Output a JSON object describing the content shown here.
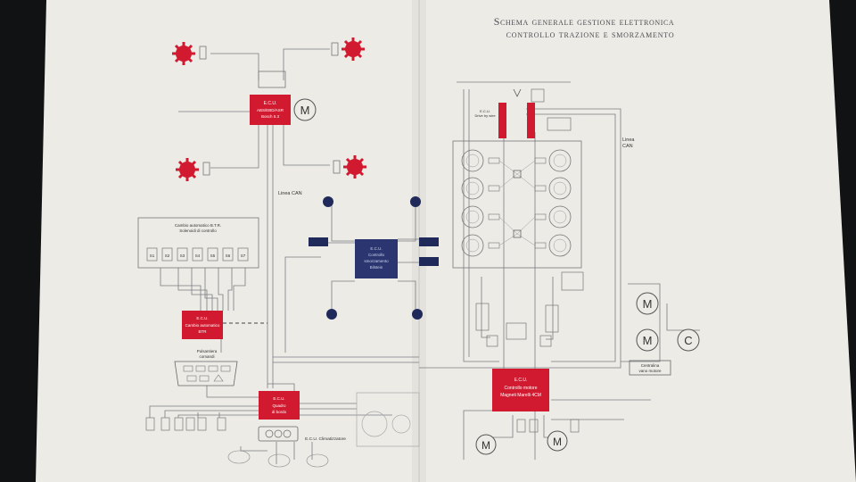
{
  "title": {
    "line1": "Schema generale gestione elettronica",
    "line2": "controllo trazione e smorzamento"
  },
  "labels": {
    "linea_can_left": "Linea CAN",
    "linea_can_right": "Linea CAN",
    "centralina_vano_motore": "Centralina vano motore"
  },
  "ecus": {
    "abs": [
      "E.C.U.",
      "ABS/EBD/ASR",
      "Bosch 5.3"
    ],
    "cambio": [
      "E.C.U.",
      "Cambio automatico",
      "BTR"
    ],
    "quadro": [
      "E.C.U.",
      "Quadro",
      "di bordo"
    ],
    "motore": [
      "E.C.U.",
      "Controllo motore",
      "Magneti Marelli 4CM"
    ],
    "smorzamento": [
      "E.C.U.",
      "Controllo",
      "smorzamento",
      "Bilstein"
    ],
    "climatizzatore": "E.C.U. Climatizzatore",
    "drive_by_wire": [
      "E.C.U.",
      "Drive by wire"
    ]
  },
  "cambio_box": {
    "title": [
      "Cambio automatico B.T.R.",
      "Solenoidi di controllo"
    ],
    "solenoids": [
      "S1",
      "S2",
      "S3",
      "S4",
      "S5",
      "S6",
      "S7"
    ]
  },
  "pulsantiera": [
    "Pulsantiera",
    "comandi"
  ],
  "motor_symbol": "M",
  "compressor_symbol": "C",
  "colors": {
    "paper": "#ecebe6",
    "line": "#6f7278",
    "red": "#d1192f",
    "navy": "#1f2a5a"
  }
}
